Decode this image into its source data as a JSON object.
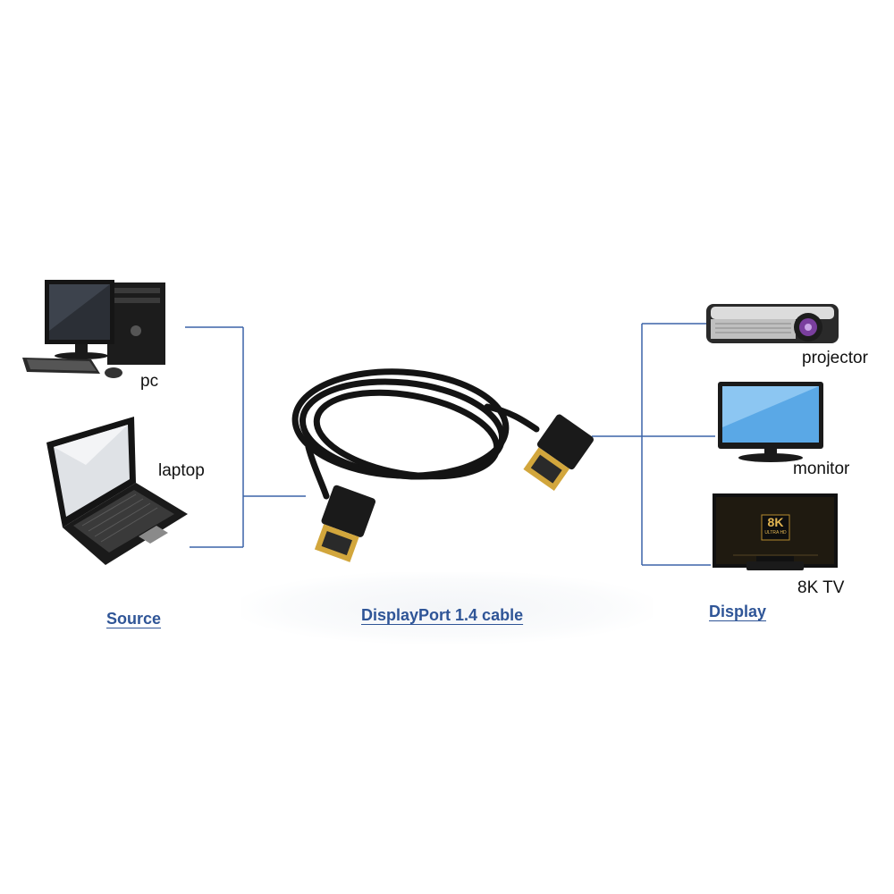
{
  "source": {
    "heading": "Source",
    "devices": [
      {
        "label": "pc",
        "icon": "desktop-pc-icon"
      },
      {
        "label": "laptop",
        "icon": "laptop-icon"
      }
    ]
  },
  "cable": {
    "heading": "DisplayPort 1.4 cable",
    "icon": "displayport-cable-icon"
  },
  "display": {
    "heading": "Display",
    "devices": [
      {
        "label": "projector",
        "icon": "projector-icon"
      },
      {
        "label": "monitor",
        "icon": "monitor-icon"
      },
      {
        "label": "8K TV",
        "icon": "tv-icon",
        "screen_badge": [
          "8K",
          "ULTRA HD"
        ]
      }
    ]
  },
  "colors": {
    "connector_line": "#3b64a8",
    "heading": "#2f5597",
    "cable": "#141414",
    "connector_gold": "#d2a63c",
    "screen_blue": "#5aa8e6"
  }
}
